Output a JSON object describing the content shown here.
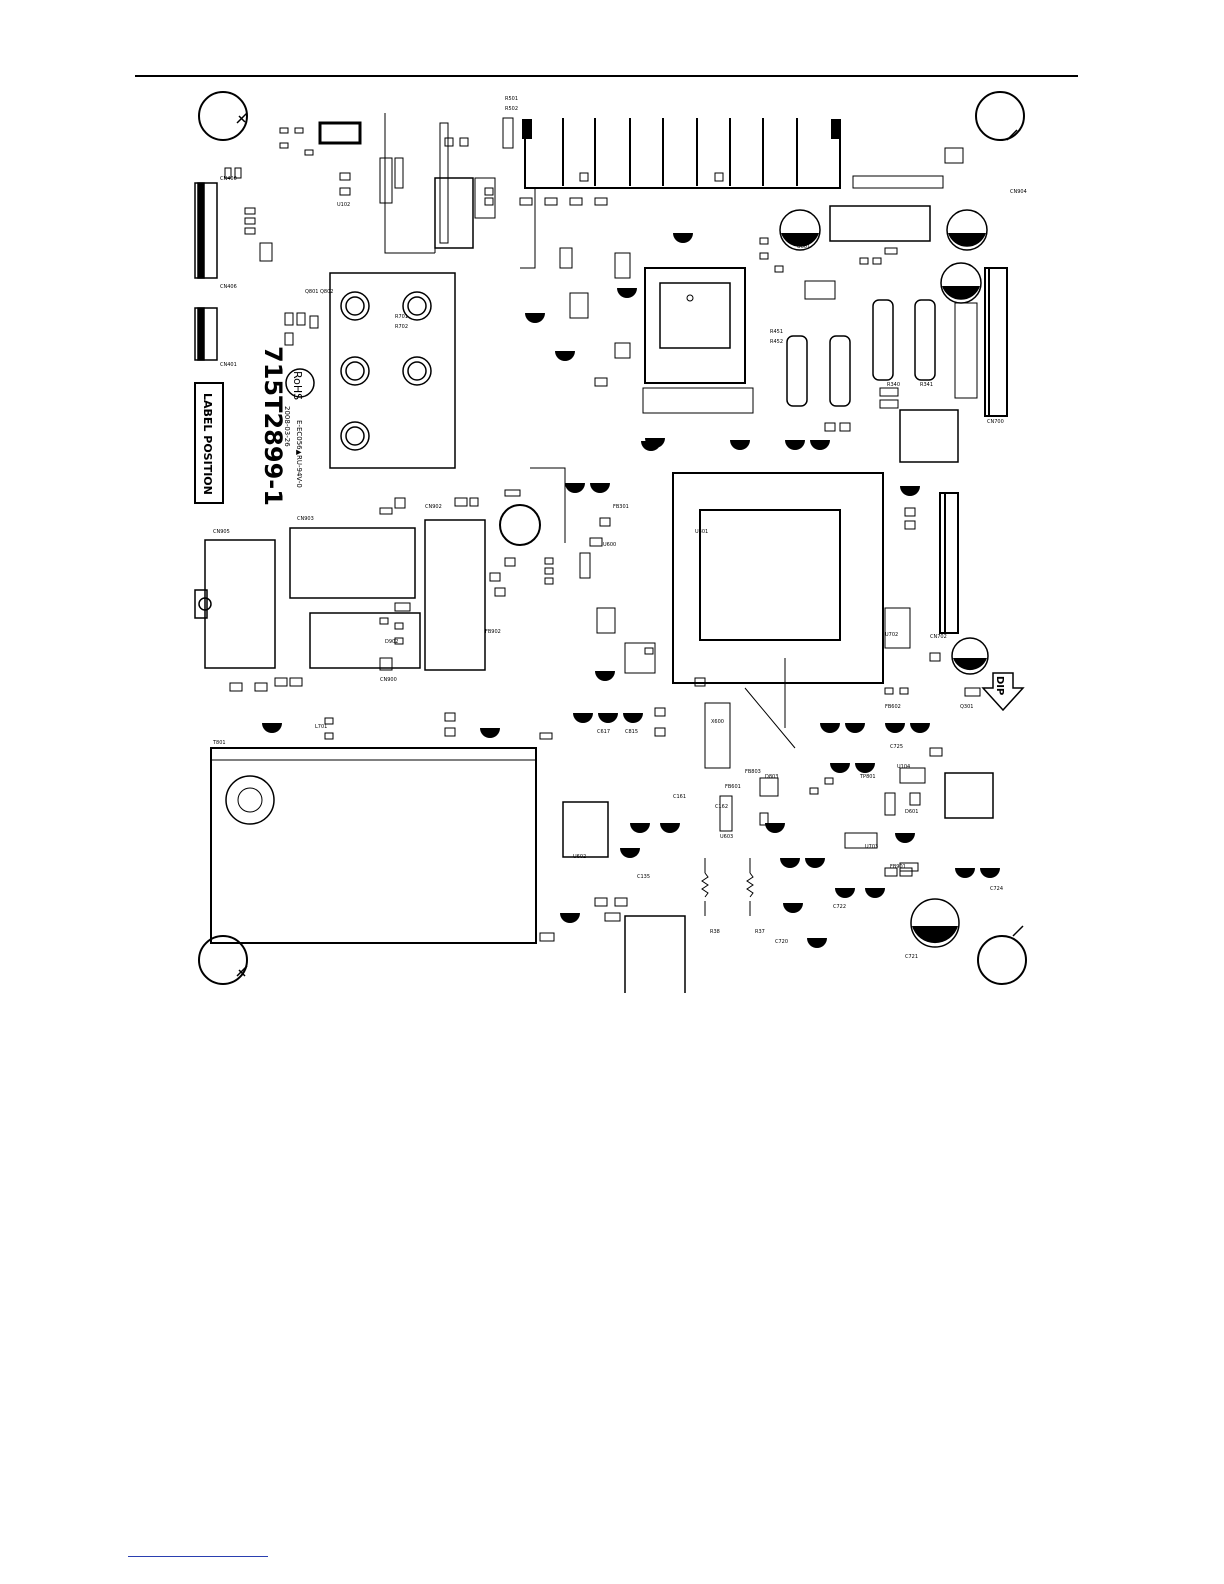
{
  "board": {
    "part_number": "715T2899-1",
    "label_position": "LABEL POSITION",
    "rohs": "RoHS",
    "date_code": "2008-03-26",
    "cert_code": "E-EC056▲RU-94V-0",
    "dip_marker": "DIP"
  },
  "silkscreen": [
    "CN900",
    "CN902",
    "CN903",
    "CN905",
    "CN904",
    "CN406",
    "CN400",
    "CN401",
    "CN700",
    "CN702",
    "U102",
    "U104",
    "U301",
    "U401",
    "U600",
    "U601",
    "U602",
    "U603",
    "U702",
    "U703",
    "C161",
    "C162",
    "C135",
    "C724",
    "C725",
    "C721",
    "C722",
    "C720",
    "C617",
    "C815",
    "R501",
    "R502",
    "R451",
    "R452",
    "R340",
    "R341",
    "R701",
    "R702",
    "R38",
    "R37",
    "FB901",
    "FB902",
    "FB803",
    "FB601",
    "FB602",
    "FB301",
    "D601",
    "D803",
    "D902",
    "Q801",
    "Q802",
    "Q301",
    "X600",
    "TP801",
    "L701",
    "T801"
  ]
}
